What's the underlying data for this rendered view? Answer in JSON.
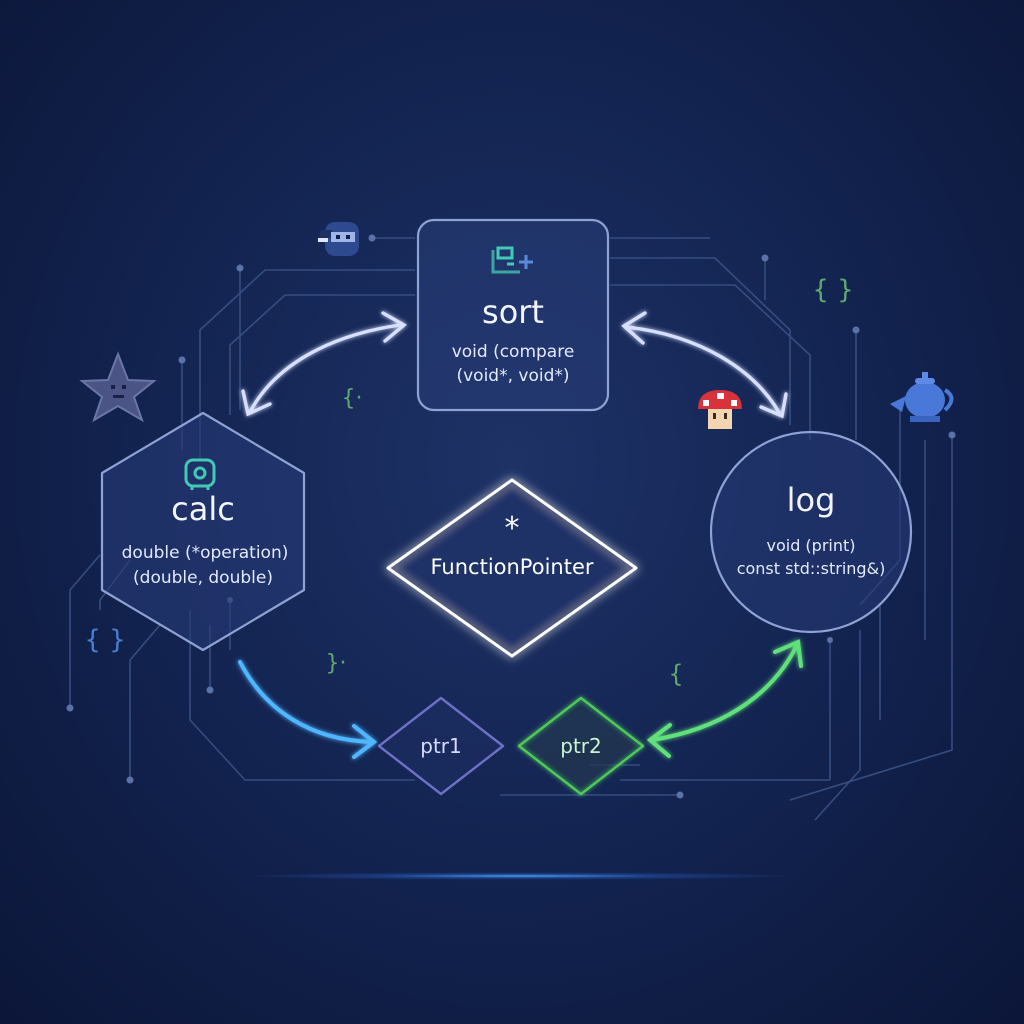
{
  "colors": {
    "bg": "#142553",
    "circuit": "#3a5285",
    "node_stroke": "#8fa2d4",
    "center_stroke": "#ffffff",
    "arrow_white": "#d8e0ff",
    "arrow_blue": "#4fb6ff",
    "arrow_green": "#5fe07a",
    "ptr1_stroke": "#6e70c8",
    "ptr2_stroke": "#4fc95a",
    "brace_green": "#5fa870",
    "brace_blue": "#4a7fd0",
    "icon_teal": "#43c9b7"
  },
  "nodes": {
    "sort": {
      "title": "sort",
      "sig1": "void (compare",
      "sig2": "(void*, void*)",
      "icon": "flowchart-plus-icon"
    },
    "calc": {
      "title": "calc",
      "sig1": "double (*operation)",
      "sig2": "(double, double)",
      "icon": "chip-icon"
    },
    "log": {
      "title": "log",
      "sig1": "void (print)",
      "sig2": "const std::string&)"
    },
    "center": {
      "star": "*",
      "title": "FunctionPointer"
    },
    "ptr1": {
      "title": "ptr1"
    },
    "ptr2": {
      "title": "ptr2"
    }
  },
  "decorations": {
    "brace_top_right": "{ }",
    "brace_left_mid": "{·",
    "brace_left_low": "{ }",
    "brace_center_low": "}·",
    "brace_right_low": "{",
    "icons": [
      "ninja-sprite-icon",
      "star-monster-icon",
      "mushroom-icon",
      "teapot-icon"
    ]
  }
}
